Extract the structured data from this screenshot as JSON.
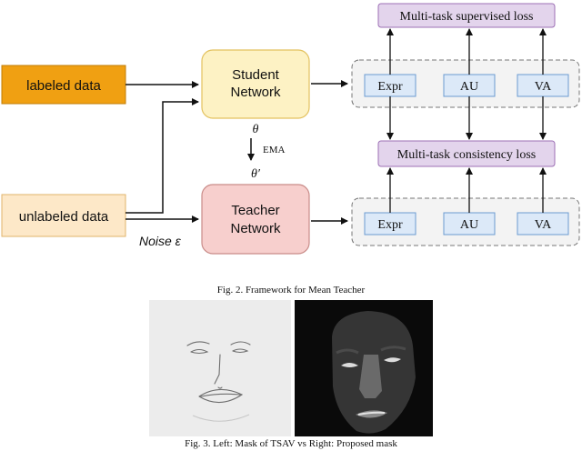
{
  "figure2": {
    "inputs": {
      "labeled": "labeled data",
      "unlabeled": "unlabeled data",
      "noise": "Noise ε"
    },
    "student": {
      "line1": "Student",
      "line2": "Network"
    },
    "teacher": {
      "line1": "Teacher",
      "line2": "Network"
    },
    "theta": "θ",
    "theta_prime": "θ′",
    "ema": "EMA",
    "supervised_loss": "Multi-task supervised loss",
    "consistency_loss": "Multi-task consistency loss",
    "student_heads": [
      "Expr",
      "AU",
      "VA"
    ],
    "teacher_heads": [
      "Expr",
      "AU",
      "VA"
    ],
    "caption": "Fig. 2.  Framework for Mean Teacher",
    "colors": {
      "labeled_fill": "#f0a012",
      "unlabeled_fill": "#fde8c8",
      "student_fill": "#fdf2c4",
      "teacher_fill": "#f7cfcd",
      "loss_fill": "#e3d4ec",
      "loss_border": "#9c6fb5",
      "head_fill": "#dce9f8",
      "head_border": "#6b9bd1"
    }
  },
  "figure3": {
    "caption": "Fig. 3.  Left: Mask of TSAV vs Right: Proposed mask"
  }
}
